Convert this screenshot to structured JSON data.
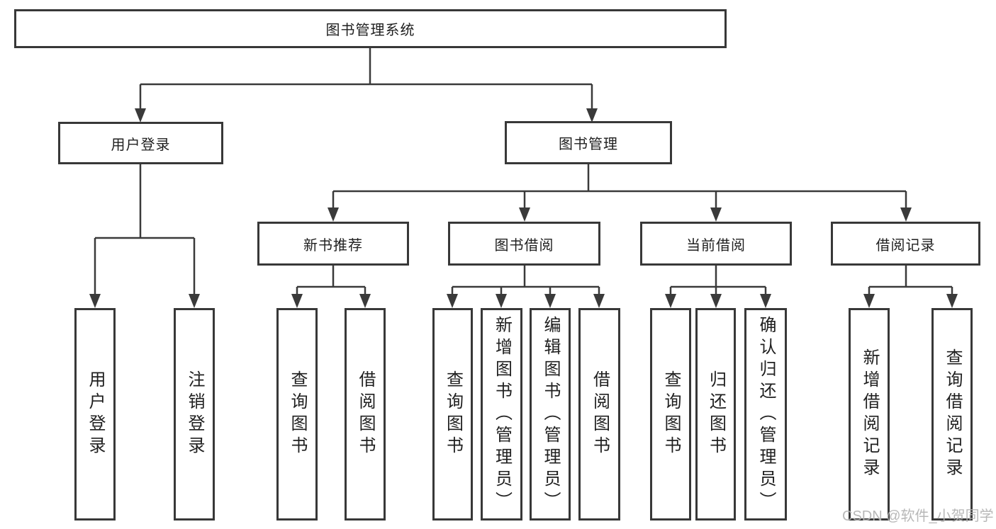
{
  "diagram": {
    "root": {
      "label": "图书管理系统"
    },
    "children": [
      {
        "label": "用户登录",
        "children": [
          {
            "label": "用户登录"
          },
          {
            "label": "注销登录"
          }
        ]
      },
      {
        "label": "图书管理",
        "children": [
          {
            "label": "新书推荐",
            "children": [
              {
                "label": "查询图书"
              },
              {
                "label": "借阅图书"
              }
            ]
          },
          {
            "label": "图书借阅",
            "children": [
              {
                "label": "查询图书"
              },
              {
                "label": "新增图书（管理员）"
              },
              {
                "label": "编辑图书（管理员）"
              },
              {
                "label": "借阅图书"
              }
            ]
          },
          {
            "label": "当前借阅",
            "children": [
              {
                "label": "查询图书"
              },
              {
                "label": "归还图书"
              },
              {
                "label": "确认归还（管理员）"
              }
            ]
          },
          {
            "label": "借阅记录",
            "children": [
              {
                "label": "新增借阅记录"
              },
              {
                "label": "查询借阅记录"
              }
            ]
          }
        ]
      }
    ]
  },
  "watermark": {
    "text": "CSDN @软件_小贺同学"
  },
  "colors": {
    "line": "#3a3a3a",
    "box_border": "#383838",
    "text": "#1f1f1f",
    "watermark": "#b3b3b3",
    "background": "#ffffff"
  }
}
